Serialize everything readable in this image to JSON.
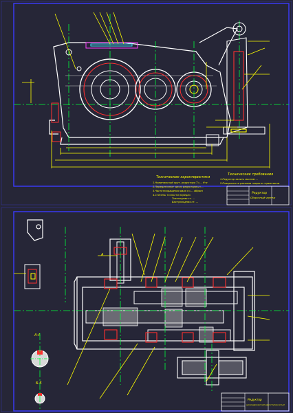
{
  "colors": {
    "background": "#262637",
    "frame": "#3a3aff",
    "geometry": "#ffffff",
    "dims": "#ffff00",
    "center": "#00ff3c",
    "accent": "#ff3030",
    "magenta": "#ff40ff",
    "cyan": "#40e0ff"
  },
  "sheet_top": {
    "tech_title": "Технические характеристики",
    "tech_lines": [
      "1.Номинальный крут. редуктора Т=... Н·м",
      "2.Передаточное число редуктора u=...",
      "3.Частота вращения вала n=... об/мин",
      "4.Степень точности передач",
      "Тихоходная ст. ...",
      "Быстроходная ст. ..."
    ],
    "req_title": "Технические требования",
    "req_lines": [
      "1.Редуктор залить маслом ...",
      "2.Поверхности разъема покрыть герметиком"
    ],
    "stamp_name": "Редуктор",
    "stamp_sub": "Сборочный чертеж"
  },
  "sheet_bottom": {
    "section_a": "А-А",
    "section_b": "Б-Б",
    "view_a": "А",
    "stamp_name": "Редуктор",
    "stamp_sub": "цилиндрический двухступенчатый"
  }
}
